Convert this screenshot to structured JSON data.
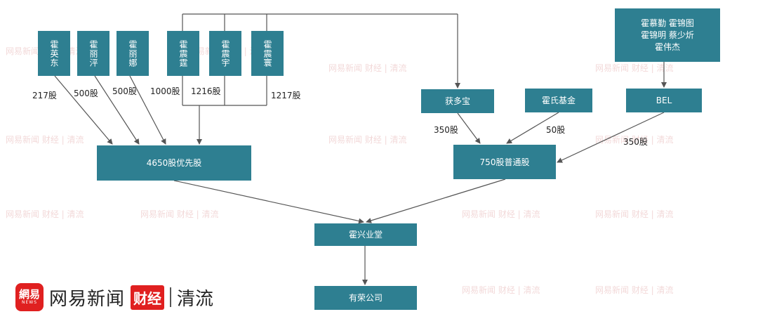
{
  "nodes": {
    "huo_yingdong": "霍英东",
    "huo_liping": "霍丽泙",
    "huo_lina": "霍丽娜",
    "huo_zhenting": "霍震霆",
    "huo_zhenyu": "霍震宇",
    "huo_zhenhuan": "霍震寰",
    "huoduobao": "获多宝",
    "huo_foundation": "霍氏基金",
    "bel_owners": "霍慕勤  霍锦图\n霍锦明  蔡少炘\n霍伟杰",
    "bel": "BEL",
    "preferred_shares": "4650股优先股",
    "common_shares": "750股普通股",
    "huo_xing_ye_tang": "霍兴业堂",
    "you_rong_gongsi": "有荣公司"
  },
  "edge_labels": {
    "yingdong": "217股",
    "liping": "500股",
    "lina": "500股",
    "zhenting": "1000股",
    "zhenyu": "1216股",
    "zhenhuan": "1217股",
    "duobao": "350股",
    "foundation": "50股",
    "bel": "350股"
  },
  "watermark": {
    "text": "网易新闻 财经 | 清流"
  },
  "brand": {
    "badge_main": "網易",
    "badge_sub": "NEWS",
    "name": "网易新闻",
    "tag": "财经",
    "sub": "清流",
    "color": "#e02020"
  },
  "colors": {
    "node": "#2e7f91",
    "line": "#555555"
  }
}
